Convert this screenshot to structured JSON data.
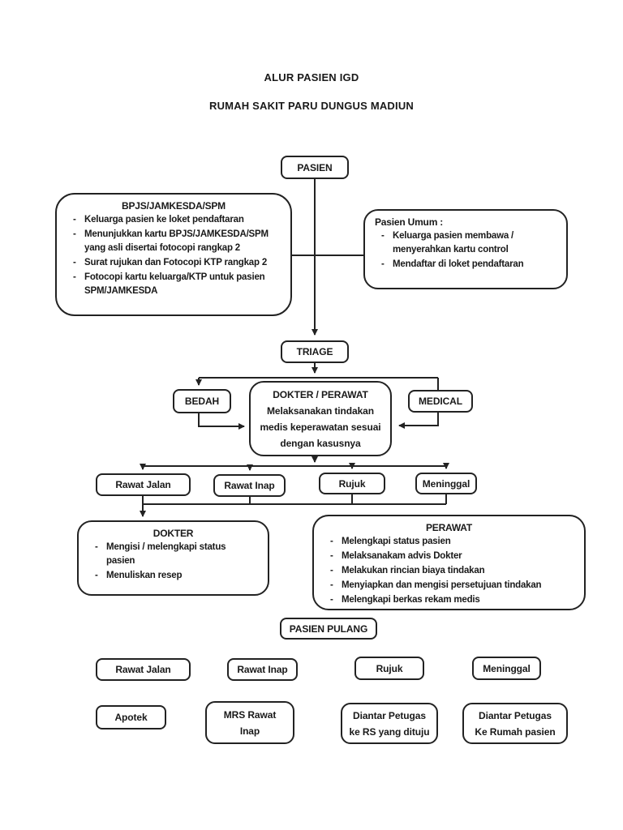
{
  "header": {
    "line1": "ALUR PASIEN IGD",
    "line2": "RUMAH SAKIT PARU DUNGUS MADIUN"
  },
  "colors": {
    "ink": "#191919",
    "paper": "#ffffff"
  },
  "nodes": {
    "pasien": "PASIEN",
    "bpjs": {
      "title": "BPJS/JAMKESDA/SPM",
      "items": [
        "Keluarga pasien ke loket pendaftaran",
        "Menunjukkan kartu BPJS/JAMKESDA/SPM\nyang asli disertai fotocopi rangkap 2",
        "Surat rujukan dan Fotocopi KTP rangkap 2",
        "Fotocopi kartu keluarga/KTP untuk pasien\nSPM/JAMKESDA"
      ]
    },
    "pasien_umum": {
      "title": "Pasien Umum :",
      "items": [
        "Keluarga pasien membawa /\nmenyerahkan kartu control",
        "Mendaftar di loket pendaftaran"
      ]
    },
    "triage": "TRIAGE",
    "bedah": "BEDAH",
    "medical": "MEDICAL",
    "dokter_perawat": {
      "title": "DOKTER / PERAWAT",
      "body": "Melaksanakan tindakan\nmedis keperawatan sesuai\ndengan kasusnya"
    },
    "outcomes_row1": [
      "Rawat Jalan",
      "Rawat Inap",
      "Rujuk",
      "Meninggal"
    ],
    "dokter": {
      "title": "DOKTER",
      "items": [
        "Mengisi / melengkapi status\npasien",
        "Menuliskan resep"
      ]
    },
    "perawat": {
      "title": "PERAWAT",
      "items": [
        "Melengkapi status pasien",
        "Melaksanakam advis Dokter",
        "Melakukan rincian biaya tindakan",
        "Menyiapkan dan mengisi persetujuan tindakan",
        "Melengkapi berkas rekam medis"
      ]
    },
    "pasien_pulang": "PASIEN PULANG",
    "outcomes_row2": [
      "Rawat Jalan",
      "Rawat Inap",
      "Rujuk",
      "Meninggal"
    ],
    "followup": [
      "Apotek",
      "MRS Rawat\nInap",
      "Diantar Petugas\nke RS yang dituju",
      "Diantar Petugas\nKe Rumah pasien"
    ]
  }
}
